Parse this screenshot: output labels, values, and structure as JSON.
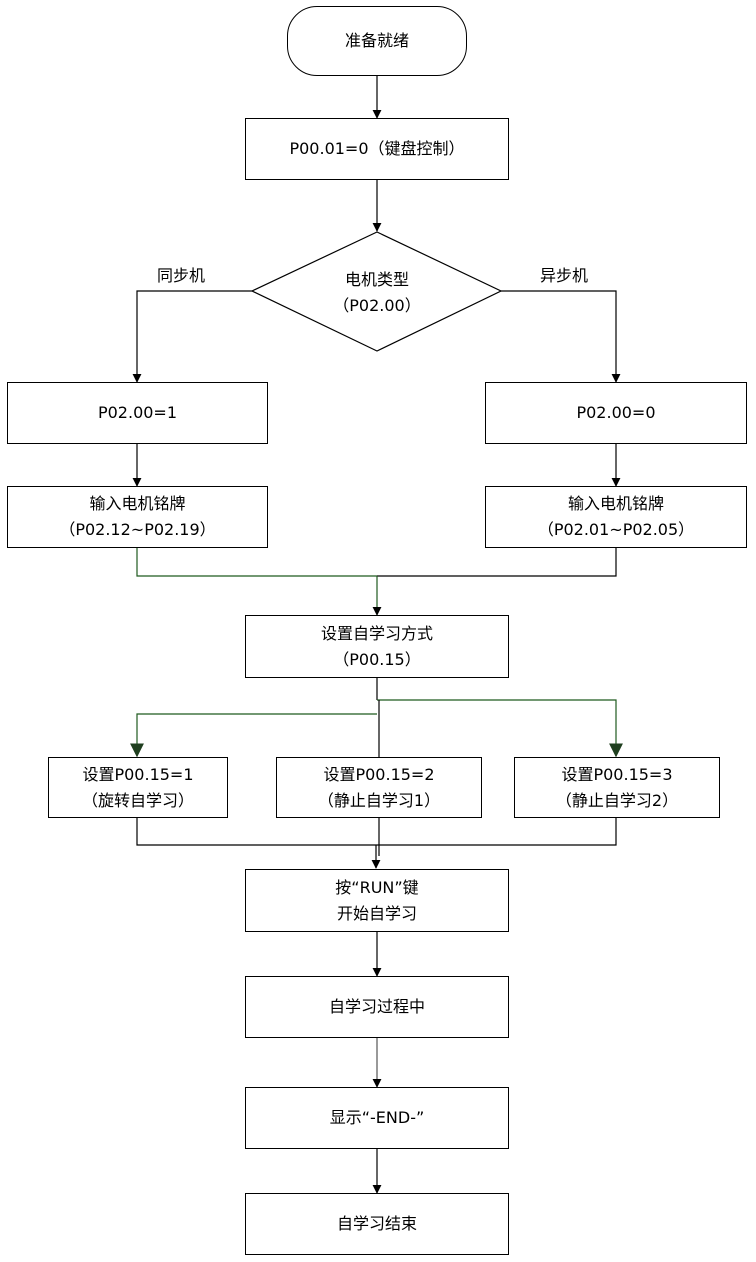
{
  "nodes": {
    "start": "准备就绪",
    "keypad": "P00.01=0（键盘控制）",
    "decision": {
      "line1": "电机类型",
      "line2": "（P02.00）"
    },
    "sync_set": "P02.00=1",
    "async_set": "P02.00=0",
    "sync_nameplate": {
      "line1": "输入电机铭牌",
      "line2": "（P02.12~P02.19）"
    },
    "async_nameplate": {
      "line1": "输入电机铭牌",
      "line2": "（P02.01~P02.05）"
    },
    "set_mode": {
      "line1": "设置自学习方式",
      "line2": "（P00.15）"
    },
    "mode1": {
      "line1": "设置P00.15=1",
      "line2": "（旋转自学习）"
    },
    "mode2": {
      "line1": "设置P00.15=2",
      "line2": "（静止自学习1）"
    },
    "mode3": {
      "line1": "设置P00.15=3",
      "line2": "（静止自学习2）"
    },
    "run": {
      "line1": "按“RUN”键",
      "line2": "开始自学习"
    },
    "in_progress": "自学习过程中",
    "display_end": "显示“-END-”",
    "finish": "自学习结束"
  },
  "branches": {
    "left": "同步机",
    "right": "异步机"
  },
  "colors": {
    "line": "#000000",
    "green_line": "#1f5a1f"
  }
}
